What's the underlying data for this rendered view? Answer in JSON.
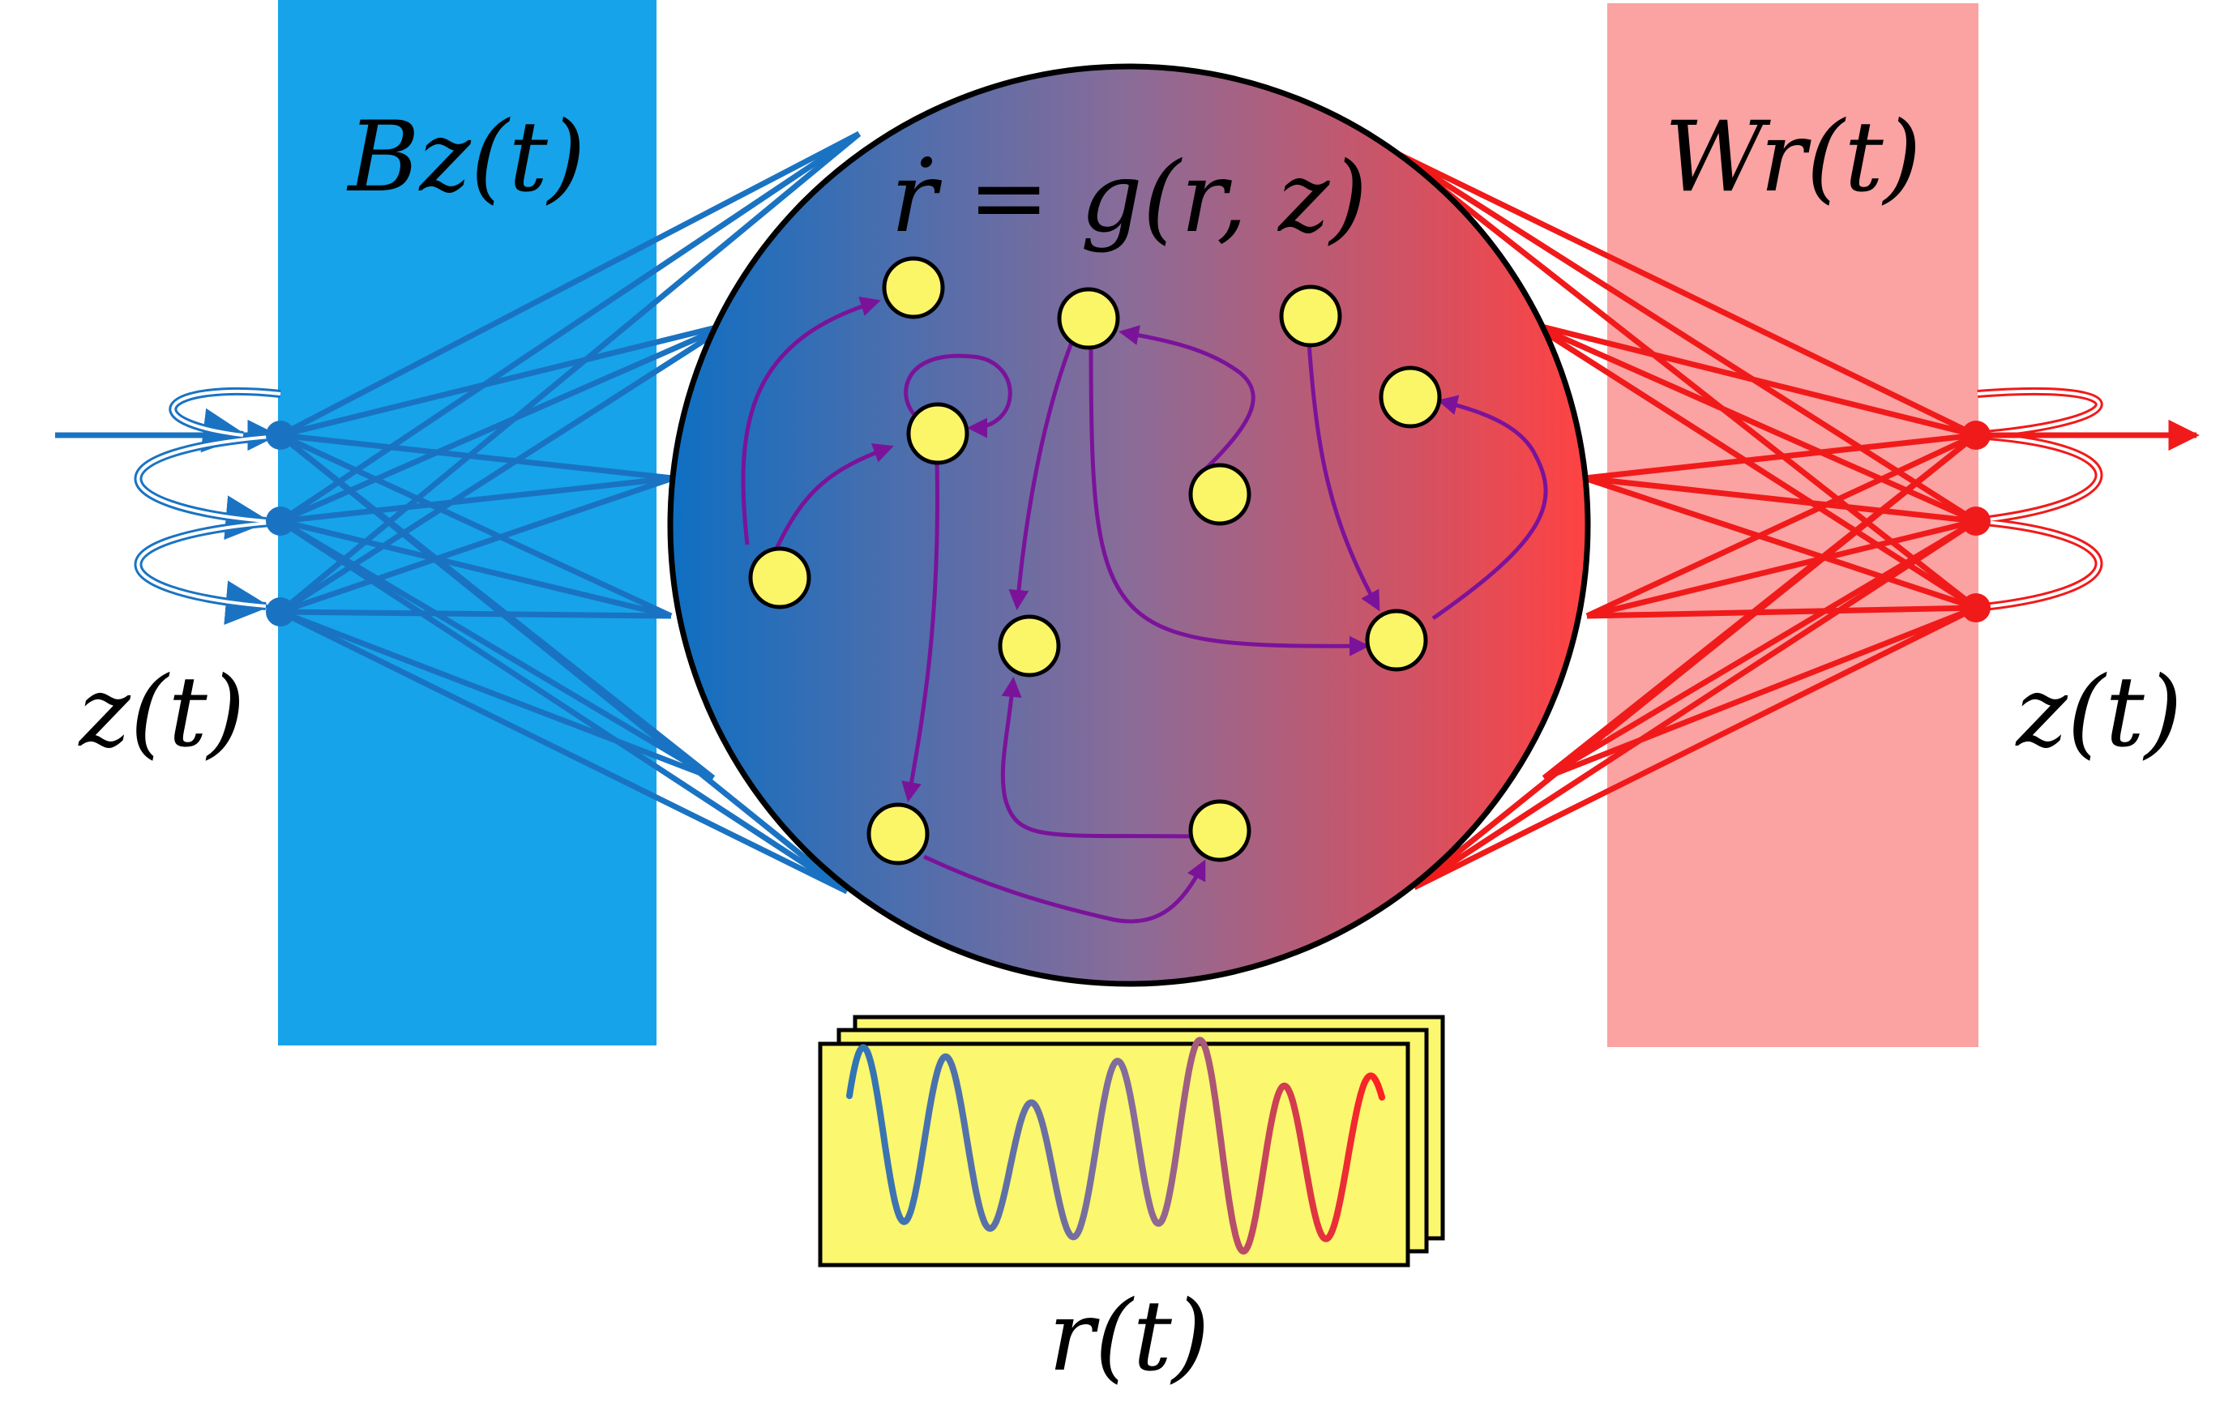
{
  "labels": {
    "input_projection": "Bz(t)",
    "output_projection": "Wr(t)",
    "reservoir_equation": "ṙ = g(r, z)",
    "input_signal": "z(t)",
    "output_signal": "z(t)",
    "reservoir_state": "r(t)"
  },
  "colors": {
    "input_band": "#16a3ea",
    "input_lines": "#1a73c2",
    "output_band": "#fba2a2",
    "output_lines": "#f11a1a",
    "reservoir_left": "#0e6fc2",
    "reservoir_right": "#ff4242",
    "node_fill": "#fbf568",
    "internal_edges": "#7b139a",
    "state_panel": "#fbf76e"
  },
  "icons": {
    "input_arrow": "arrow-right-icon",
    "output_arrow": "arrow-right-icon"
  }
}
